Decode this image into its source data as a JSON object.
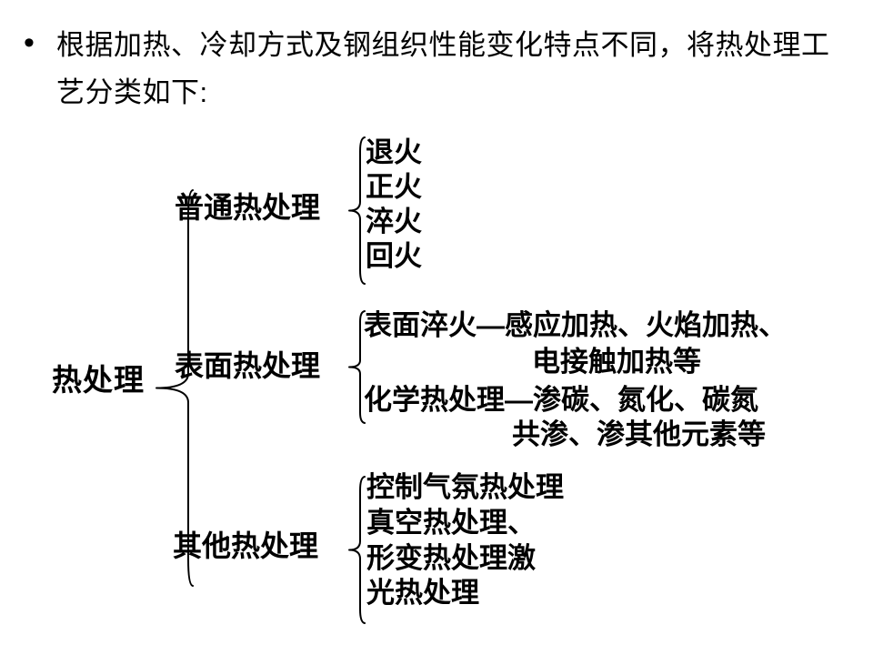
{
  "intro": {
    "bullet": "•",
    "line1": "根据加热、冷却方式及钢组织性能变化特点不同，将热处理工",
    "line2": "艺分类如下:"
  },
  "tree": {
    "root": "热处理",
    "branches": [
      {
        "label": "普通热处理",
        "items": [
          "退火",
          "正火",
          "淬火",
          "回火"
        ]
      },
      {
        "label": "表面热处理",
        "items": [
          "表面淬火—感应加热、火焰加热、",
          "电接触加热等",
          "化学热处理—渗碳、氮化、碳氮",
          "共渗、渗其他元素等"
        ]
      },
      {
        "label": "其他热处理",
        "items": [
          "控制气氛热处理",
          "真空热处理、",
          "形变热处理激",
          "光热处理"
        ]
      }
    ]
  },
  "colors": {
    "background": "#ffffff",
    "text": "#000000"
  }
}
